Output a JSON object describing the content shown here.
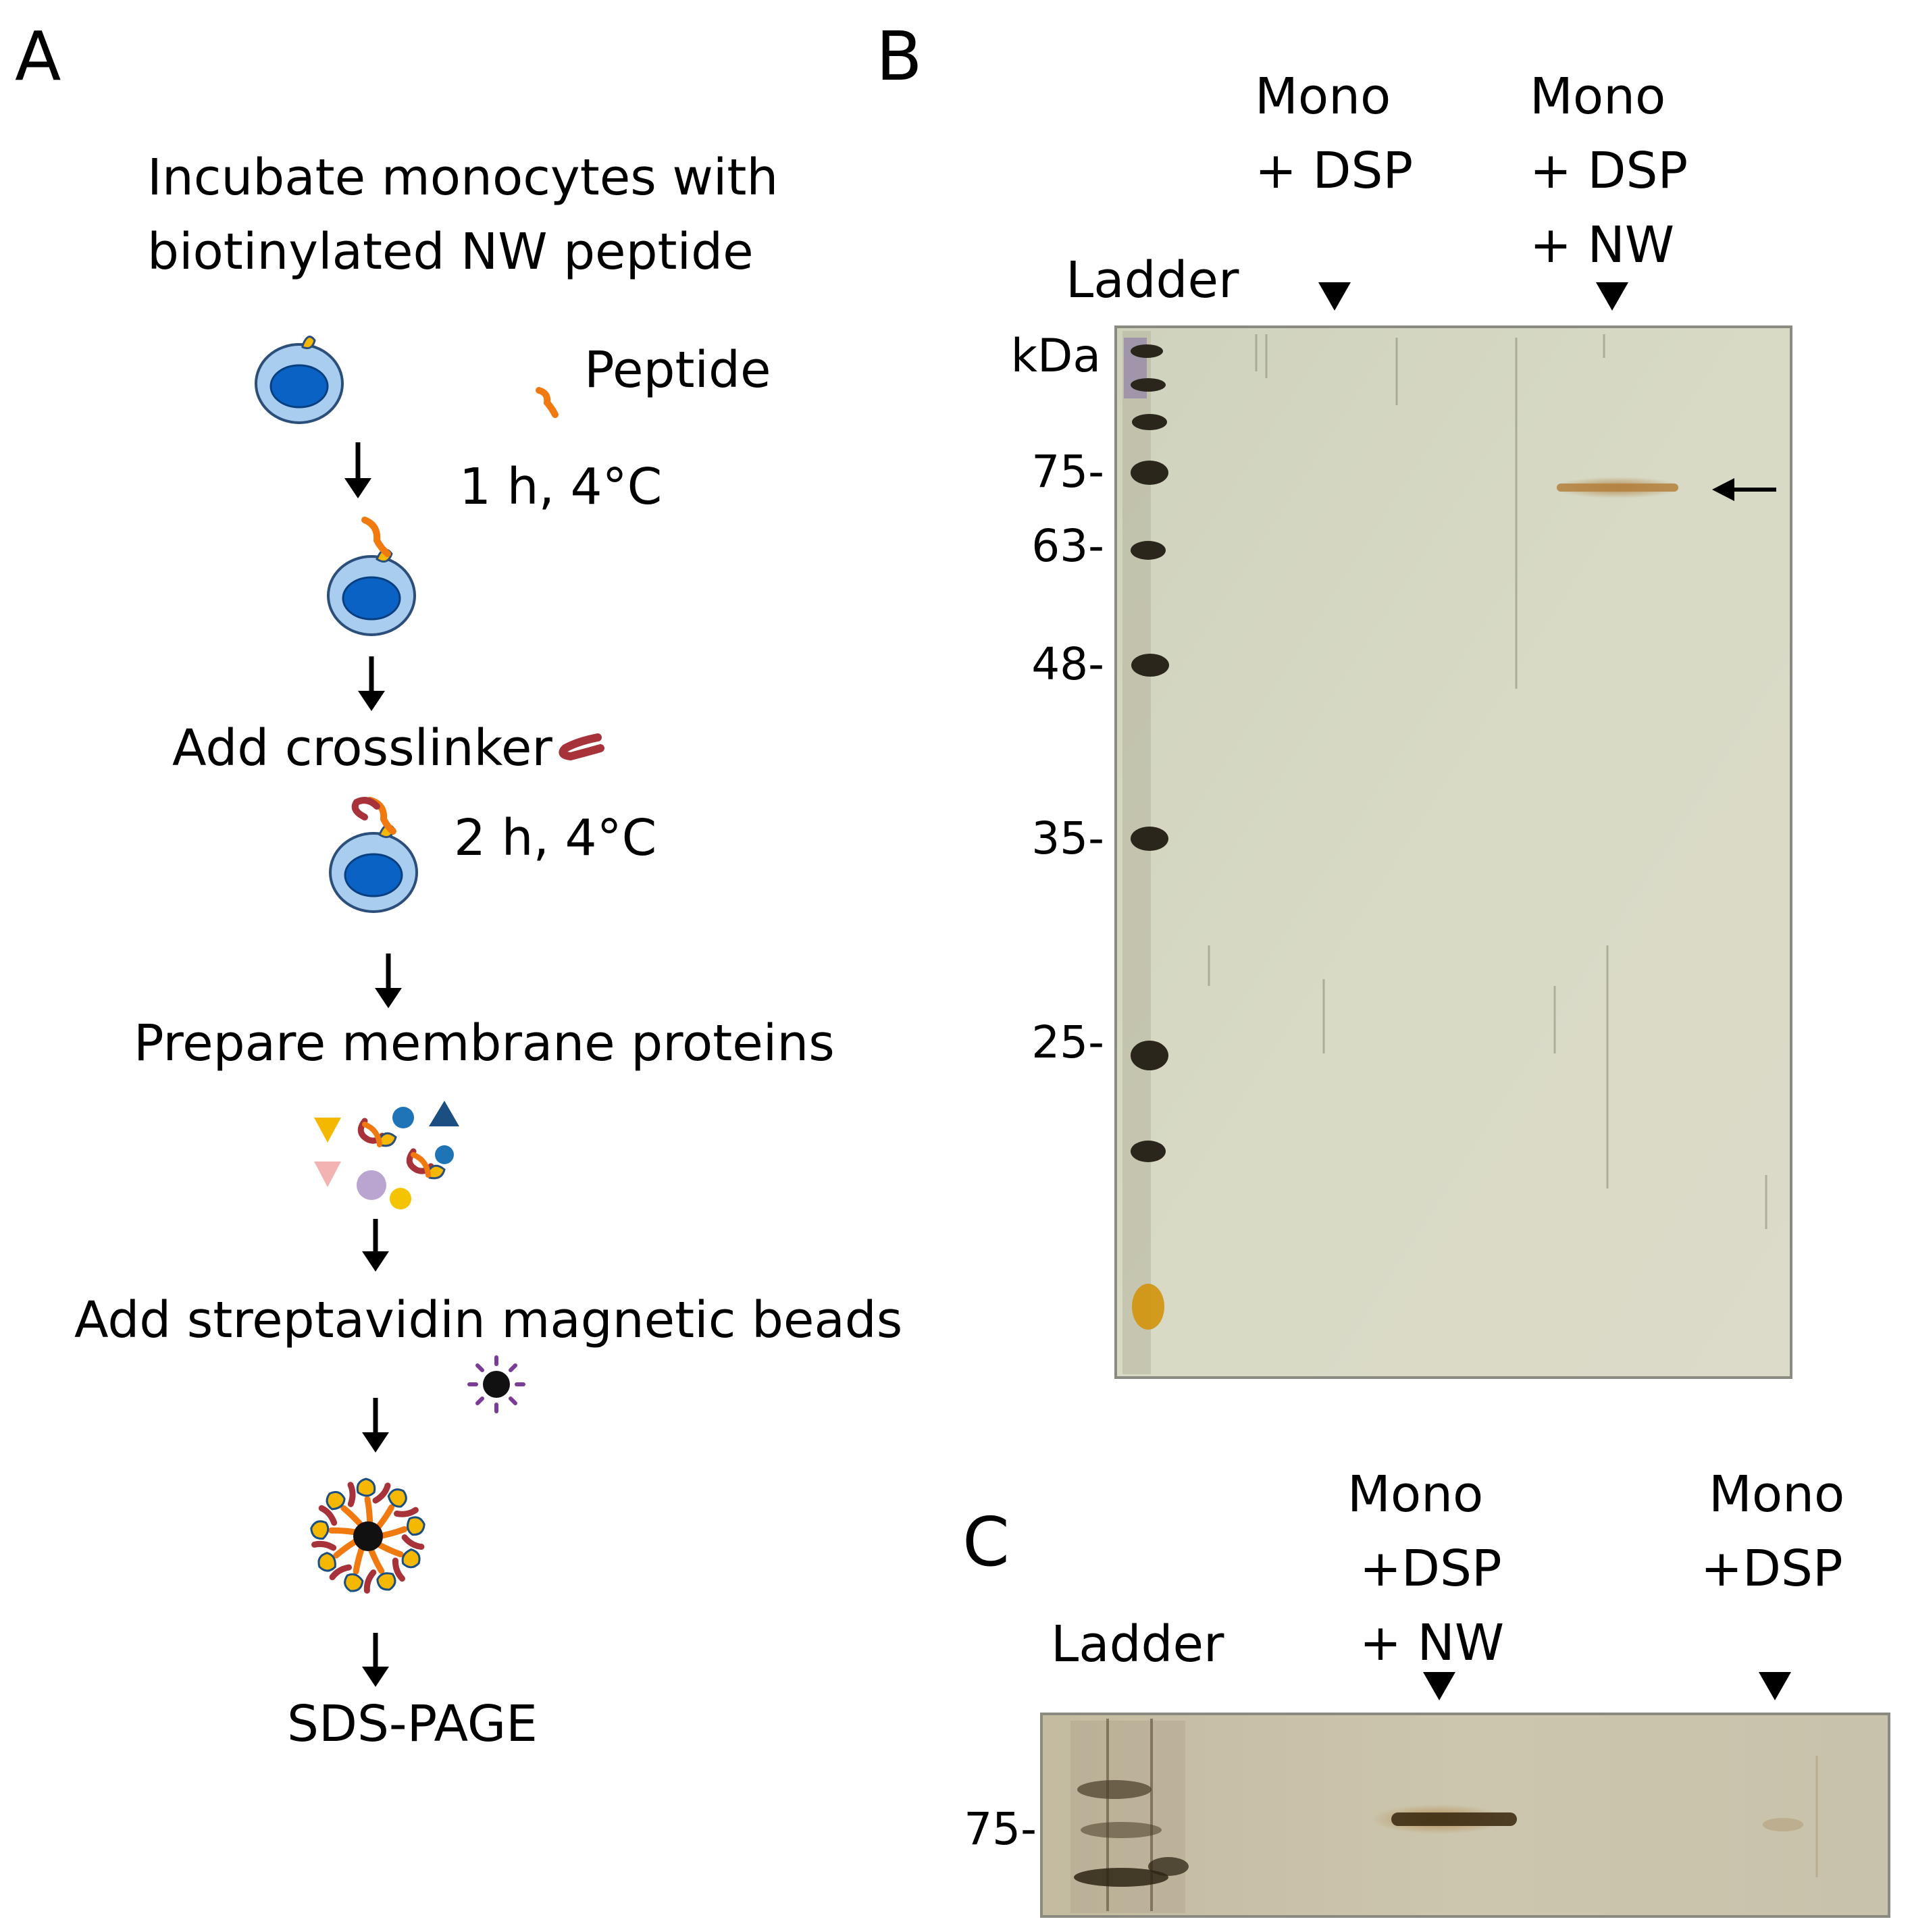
{
  "panel_a": {
    "letter": "A",
    "step_incubate": [
      "Incubate monocytes with",
      "biotinylated NW peptide"
    ],
    "peptide_label": "Peptide",
    "condition_1": "1 h, 4°C",
    "step_crosslinker": "Add crosslinker",
    "condition_2": "2 h, 4°C",
    "step_membrane": "Prepare membrane proteins",
    "step_beads": "Add streptavidin  magnetic beads",
    "step_sds": "SDS-PAGE"
  },
  "panel_b": {
    "letter": "B",
    "ladder_label": "Ladder",
    "unit_label": "kDa",
    "lane_1": [
      "Mono",
      "+ DSP"
    ],
    "lane_2": [
      "Mono",
      "+ DSP",
      "+ NW"
    ],
    "markers": [
      "75-",
      "63-",
      "48-",
      "35-",
      "25-"
    ]
  },
  "panel_c": {
    "letter": "C",
    "ladder_label": "Ladder",
    "lane_1": [
      "Mono",
      "+DSP",
      "+ NW"
    ],
    "lane_2": [
      "Mono",
      "+DSP"
    ],
    "marker": "75-"
  },
  "colors": {
    "cell_outer": "#a9cdef",
    "cell_nucleus": "#0a63c4",
    "peptide": "#f07a10",
    "receptor": "#f5b800",
    "crosslinker": "#a8323a",
    "gel_b": "#d5d7c2",
    "gel_c": "#c9c2aa"
  }
}
